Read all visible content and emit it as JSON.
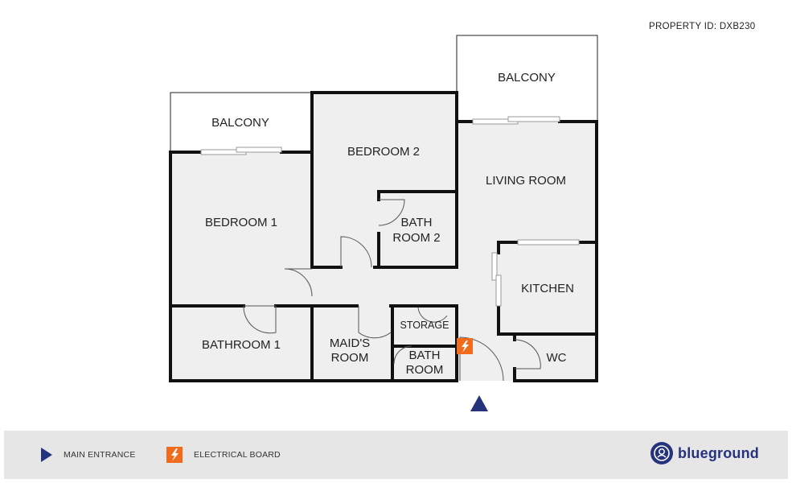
{
  "header": {
    "property_id": "PROPERTY ID: DXB230"
  },
  "rooms": {
    "balcony_left": "BALCONY",
    "balcony_right": "BALCONY",
    "bedroom1": "BEDROOM 1",
    "bedroom2": "BEDROOM 2",
    "bath2_line1": "BATH",
    "bath2_line2": "ROOM 2",
    "living": "LIVING ROOM",
    "kitchen": "KITCHEN",
    "bathroom1": "BATHROOM 1",
    "maids_line1": "MAID'S",
    "maids_line2": "ROOM",
    "storage": "STORAGE",
    "bath_line1": "BATH",
    "bath_line2": "ROOM",
    "wc": "WC"
  },
  "legend": {
    "main_entrance": "MAIN ENTRANCE",
    "electrical_board": "ELECTRICAL BOARD"
  },
  "brand": {
    "name": "blueground"
  },
  "colors": {
    "floor": "#efefef",
    "wall": "#111111",
    "accent_blue": "#25337d",
    "electrical_orange": "#f26a1b",
    "legend_bg": "#e6e6e6"
  },
  "icons": {
    "entrance": "triangle-icon",
    "electrical": "lightning-bolt-icon",
    "brand": "blueground-logo-icon"
  }
}
